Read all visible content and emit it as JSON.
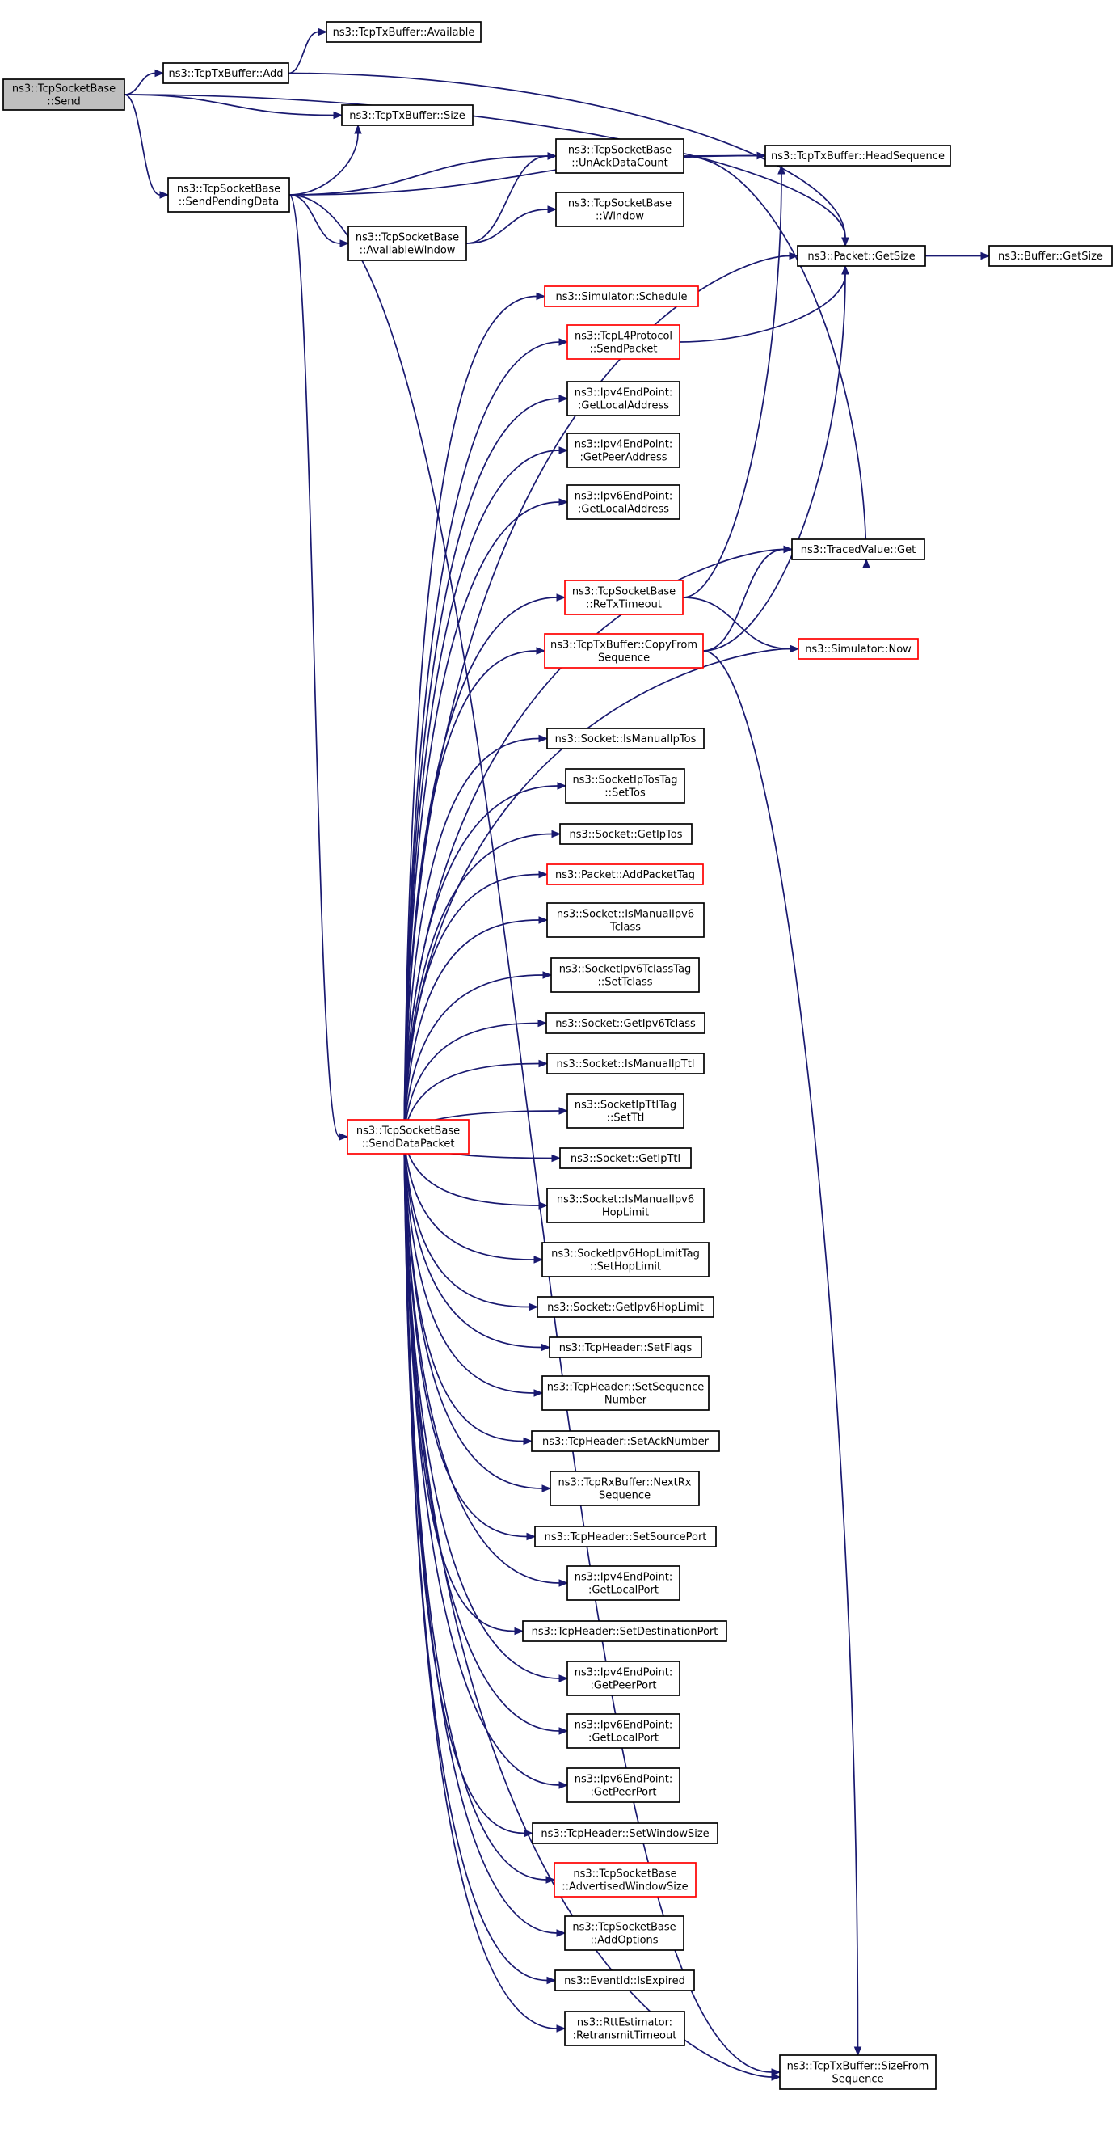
{
  "colors": {
    "edge": "#191970",
    "box_border": "#000000",
    "highlight_border": "#ff0000",
    "root_fill": "#bfbfbf"
  },
  "nodes": [
    {
      "id": "send",
      "lines": [
        "ns3::TcpSocketBase",
        "::Send"
      ],
      "style": "root"
    },
    {
      "id": "add",
      "lines": [
        "ns3::TcpTxBuffer::Add"
      ],
      "style": "normal"
    },
    {
      "id": "available",
      "lines": [
        "ns3::TcpTxBuffer::Available"
      ],
      "style": "normal"
    },
    {
      "id": "size",
      "lines": [
        "ns3::TcpTxBuffer::Size"
      ],
      "style": "normal"
    },
    {
      "id": "sendpending",
      "lines": [
        "ns3::TcpSocketBase",
        "::SendPendingData"
      ],
      "style": "normal"
    },
    {
      "id": "unack",
      "lines": [
        "ns3::TcpSocketBase",
        "::UnAckDataCount"
      ],
      "style": "normal"
    },
    {
      "id": "headseq",
      "lines": [
        "ns3::TcpTxBuffer::HeadSequence"
      ],
      "style": "normal"
    },
    {
      "id": "window",
      "lines": [
        "ns3::TcpSocketBase",
        "::Window"
      ],
      "style": "normal"
    },
    {
      "id": "availwin",
      "lines": [
        "ns3::TcpSocketBase",
        "::AvailableWindow"
      ],
      "style": "normal"
    },
    {
      "id": "pktgetsize",
      "lines": [
        "ns3::Packet::GetSize"
      ],
      "style": "normal"
    },
    {
      "id": "bufgetsize",
      "lines": [
        "ns3::Buffer::GetSize"
      ],
      "style": "normal"
    },
    {
      "id": "schedule",
      "lines": [
        "ns3::Simulator::Schedule"
      ],
      "style": "red"
    },
    {
      "id": "l4send",
      "lines": [
        "ns3::TcpL4Protocol",
        "::SendPacket"
      ],
      "style": "red"
    },
    {
      "id": "v4local",
      "lines": [
        "ns3::Ipv4EndPoint:",
        ":GetLocalAddress"
      ],
      "style": "normal"
    },
    {
      "id": "v4peer",
      "lines": [
        "ns3::Ipv4EndPoint:",
        ":GetPeerAddress"
      ],
      "style": "normal"
    },
    {
      "id": "v6local",
      "lines": [
        "ns3::Ipv6EndPoint:",
        ":GetLocalAddress"
      ],
      "style": "normal"
    },
    {
      "id": "traced",
      "lines": [
        "ns3::TracedValue::Get"
      ],
      "style": "normal"
    },
    {
      "id": "retx",
      "lines": [
        "ns3::TcpSocketBase",
        "::ReTxTimeout"
      ],
      "style": "red"
    },
    {
      "id": "copyfrom",
      "lines": [
        "ns3::TcpTxBuffer::CopyFrom",
        "Sequence"
      ],
      "style": "red"
    },
    {
      "id": "now",
      "lines": [
        "ns3::Simulator::Now"
      ],
      "style": "red"
    },
    {
      "id": "ismiptos",
      "lines": [
        "ns3::Socket::IsManualIpTos"
      ],
      "style": "normal"
    },
    {
      "id": "settos",
      "lines": [
        "ns3::SocketIpTosTag",
        "::SetTos"
      ],
      "style": "normal"
    },
    {
      "id": "getiptos",
      "lines": [
        "ns3::Socket::GetIpTos"
      ],
      "style": "normal"
    },
    {
      "id": "addtag",
      "lines": [
        "ns3::Packet::AddPacketTag"
      ],
      "style": "red"
    },
    {
      "id": "ismv6tc",
      "lines": [
        "ns3::Socket::IsManualIpv6",
        "Tclass"
      ],
      "style": "normal"
    },
    {
      "id": "settclass",
      "lines": [
        "ns3::SocketIpv6TclassTag",
        "::SetTclass"
      ],
      "style": "normal"
    },
    {
      "id": "getv6tc",
      "lines": [
        "ns3::Socket::GetIpv6Tclass"
      ],
      "style": "normal"
    },
    {
      "id": "ismipttl",
      "lines": [
        "ns3::Socket::IsManualIpTtl"
      ],
      "style": "normal"
    },
    {
      "id": "setttl",
      "lines": [
        "ns3::SocketIpTtlTag",
        "::SetTtl"
      ],
      "style": "normal"
    },
    {
      "id": "sdp",
      "lines": [
        "ns3::TcpSocketBase",
        "::SendDataPacket"
      ],
      "style": "red"
    },
    {
      "id": "getipttl",
      "lines": [
        "ns3::Socket::GetIpTtl"
      ],
      "style": "normal"
    },
    {
      "id": "ismv6hl",
      "lines": [
        "ns3::Socket::IsManualIpv6",
        "HopLimit"
      ],
      "style": "normal"
    },
    {
      "id": "sethl",
      "lines": [
        "ns3::SocketIpv6HopLimitTag",
        "::SetHopLimit"
      ],
      "style": "normal"
    },
    {
      "id": "getv6hl",
      "lines": [
        "ns3::Socket::GetIpv6HopLimit"
      ],
      "style": "normal"
    },
    {
      "id": "setflags",
      "lines": [
        "ns3::TcpHeader::SetFlags"
      ],
      "style": "normal"
    },
    {
      "id": "setseq",
      "lines": [
        "ns3::TcpHeader::SetSequence",
        "Number"
      ],
      "style": "normal"
    },
    {
      "id": "setack",
      "lines": [
        "ns3::TcpHeader::SetAckNumber"
      ],
      "style": "normal"
    },
    {
      "id": "nextrx",
      "lines": [
        "ns3::TcpRxBuffer::NextRx",
        "Sequence"
      ],
      "style": "normal"
    },
    {
      "id": "setsrc",
      "lines": [
        "ns3::TcpHeader::SetSourcePort"
      ],
      "style": "normal"
    },
    {
      "id": "v4lport",
      "lines": [
        "ns3::Ipv4EndPoint:",
        ":GetLocalPort"
      ],
      "style": "normal"
    },
    {
      "id": "setdst",
      "lines": [
        "ns3::TcpHeader::SetDestinationPort"
      ],
      "style": "normal"
    },
    {
      "id": "v4pport",
      "lines": [
        "ns3::Ipv4EndPoint:",
        ":GetPeerPort"
      ],
      "style": "normal"
    },
    {
      "id": "v6lport",
      "lines": [
        "ns3::Ipv6EndPoint:",
        ":GetLocalPort"
      ],
      "style": "normal"
    },
    {
      "id": "v6pport",
      "lines": [
        "ns3::Ipv6EndPoint:",
        ":GetPeerPort"
      ],
      "style": "normal"
    },
    {
      "id": "setwin",
      "lines": [
        "ns3::TcpHeader::SetWindowSize"
      ],
      "style": "normal"
    },
    {
      "id": "advwin",
      "lines": [
        "ns3::TcpSocketBase",
        "::AdvertisedWindowSize"
      ],
      "style": "red"
    },
    {
      "id": "addopts",
      "lines": [
        "ns3::TcpSocketBase",
        "::AddOptions"
      ],
      "style": "normal"
    },
    {
      "id": "isexpired",
      "lines": [
        "ns3::EventId::IsExpired"
      ],
      "style": "normal"
    },
    {
      "id": "rtt",
      "lines": [
        "ns3::RttEstimator:",
        ":RetransmitTimeout"
      ],
      "style": "normal"
    },
    {
      "id": "sizefrom",
      "lines": [
        "ns3::TcpTxBuffer::SizeFrom",
        "Sequence"
      ],
      "style": "normal"
    }
  ],
  "edges": [
    [
      "send",
      "add"
    ],
    [
      "send",
      "size"
    ],
    [
      "send",
      "sendpending"
    ],
    [
      "send",
      "pktgetsize"
    ],
    [
      "add",
      "available"
    ],
    [
      "add",
      "pktgetsize"
    ],
    [
      "sendpending",
      "size"
    ],
    [
      "sendpending",
      "unack"
    ],
    [
      "sendpending",
      "headseq"
    ],
    [
      "sendpending",
      "availwin"
    ],
    [
      "sendpending",
      "sdp"
    ],
    [
      "sendpending",
      "sizefrom"
    ],
    [
      "availwin",
      "unack"
    ],
    [
      "availwin",
      "window"
    ],
    [
      "unack",
      "headseq"
    ],
    [
      "unack",
      "traced"
    ],
    [
      "pktgetsize",
      "bufgetsize"
    ],
    [
      "l4send",
      "pktgetsize"
    ],
    [
      "retx",
      "headseq"
    ],
    [
      "retx",
      "now"
    ],
    [
      "copyfrom",
      "pktgetsize"
    ],
    [
      "copyfrom",
      "traced"
    ],
    [
      "copyfrom",
      "sizefrom"
    ],
    [
      "sdp",
      "pktgetsize"
    ],
    [
      "sdp",
      "schedule"
    ],
    [
      "sdp",
      "l4send"
    ],
    [
      "sdp",
      "v4local"
    ],
    [
      "sdp",
      "v4peer"
    ],
    [
      "sdp",
      "v6local"
    ],
    [
      "sdp",
      "traced"
    ],
    [
      "sdp",
      "retx"
    ],
    [
      "sdp",
      "copyfrom"
    ],
    [
      "sdp",
      "now"
    ],
    [
      "sdp",
      "ismiptos"
    ],
    [
      "sdp",
      "settos"
    ],
    [
      "sdp",
      "getiptos"
    ],
    [
      "sdp",
      "addtag"
    ],
    [
      "sdp",
      "ismv6tc"
    ],
    [
      "sdp",
      "settclass"
    ],
    [
      "sdp",
      "getv6tc"
    ],
    [
      "sdp",
      "ismipttl"
    ],
    [
      "sdp",
      "setttl"
    ],
    [
      "sdp",
      "getipttl"
    ],
    [
      "sdp",
      "ismv6hl"
    ],
    [
      "sdp",
      "sethl"
    ],
    [
      "sdp",
      "getv6hl"
    ],
    [
      "sdp",
      "setflags"
    ],
    [
      "sdp",
      "setseq"
    ],
    [
      "sdp",
      "setack"
    ],
    [
      "sdp",
      "nextrx"
    ],
    [
      "sdp",
      "setsrc"
    ],
    [
      "sdp",
      "v4lport"
    ],
    [
      "sdp",
      "setdst"
    ],
    [
      "sdp",
      "v4pport"
    ],
    [
      "sdp",
      "v6lport"
    ],
    [
      "sdp",
      "v6pport"
    ],
    [
      "sdp",
      "setwin"
    ],
    [
      "sdp",
      "advwin"
    ],
    [
      "sdp",
      "addopts"
    ],
    [
      "sdp",
      "isexpired"
    ],
    [
      "sdp",
      "rtt"
    ],
    [
      "sdp",
      "sizefrom"
    ]
  ]
}
